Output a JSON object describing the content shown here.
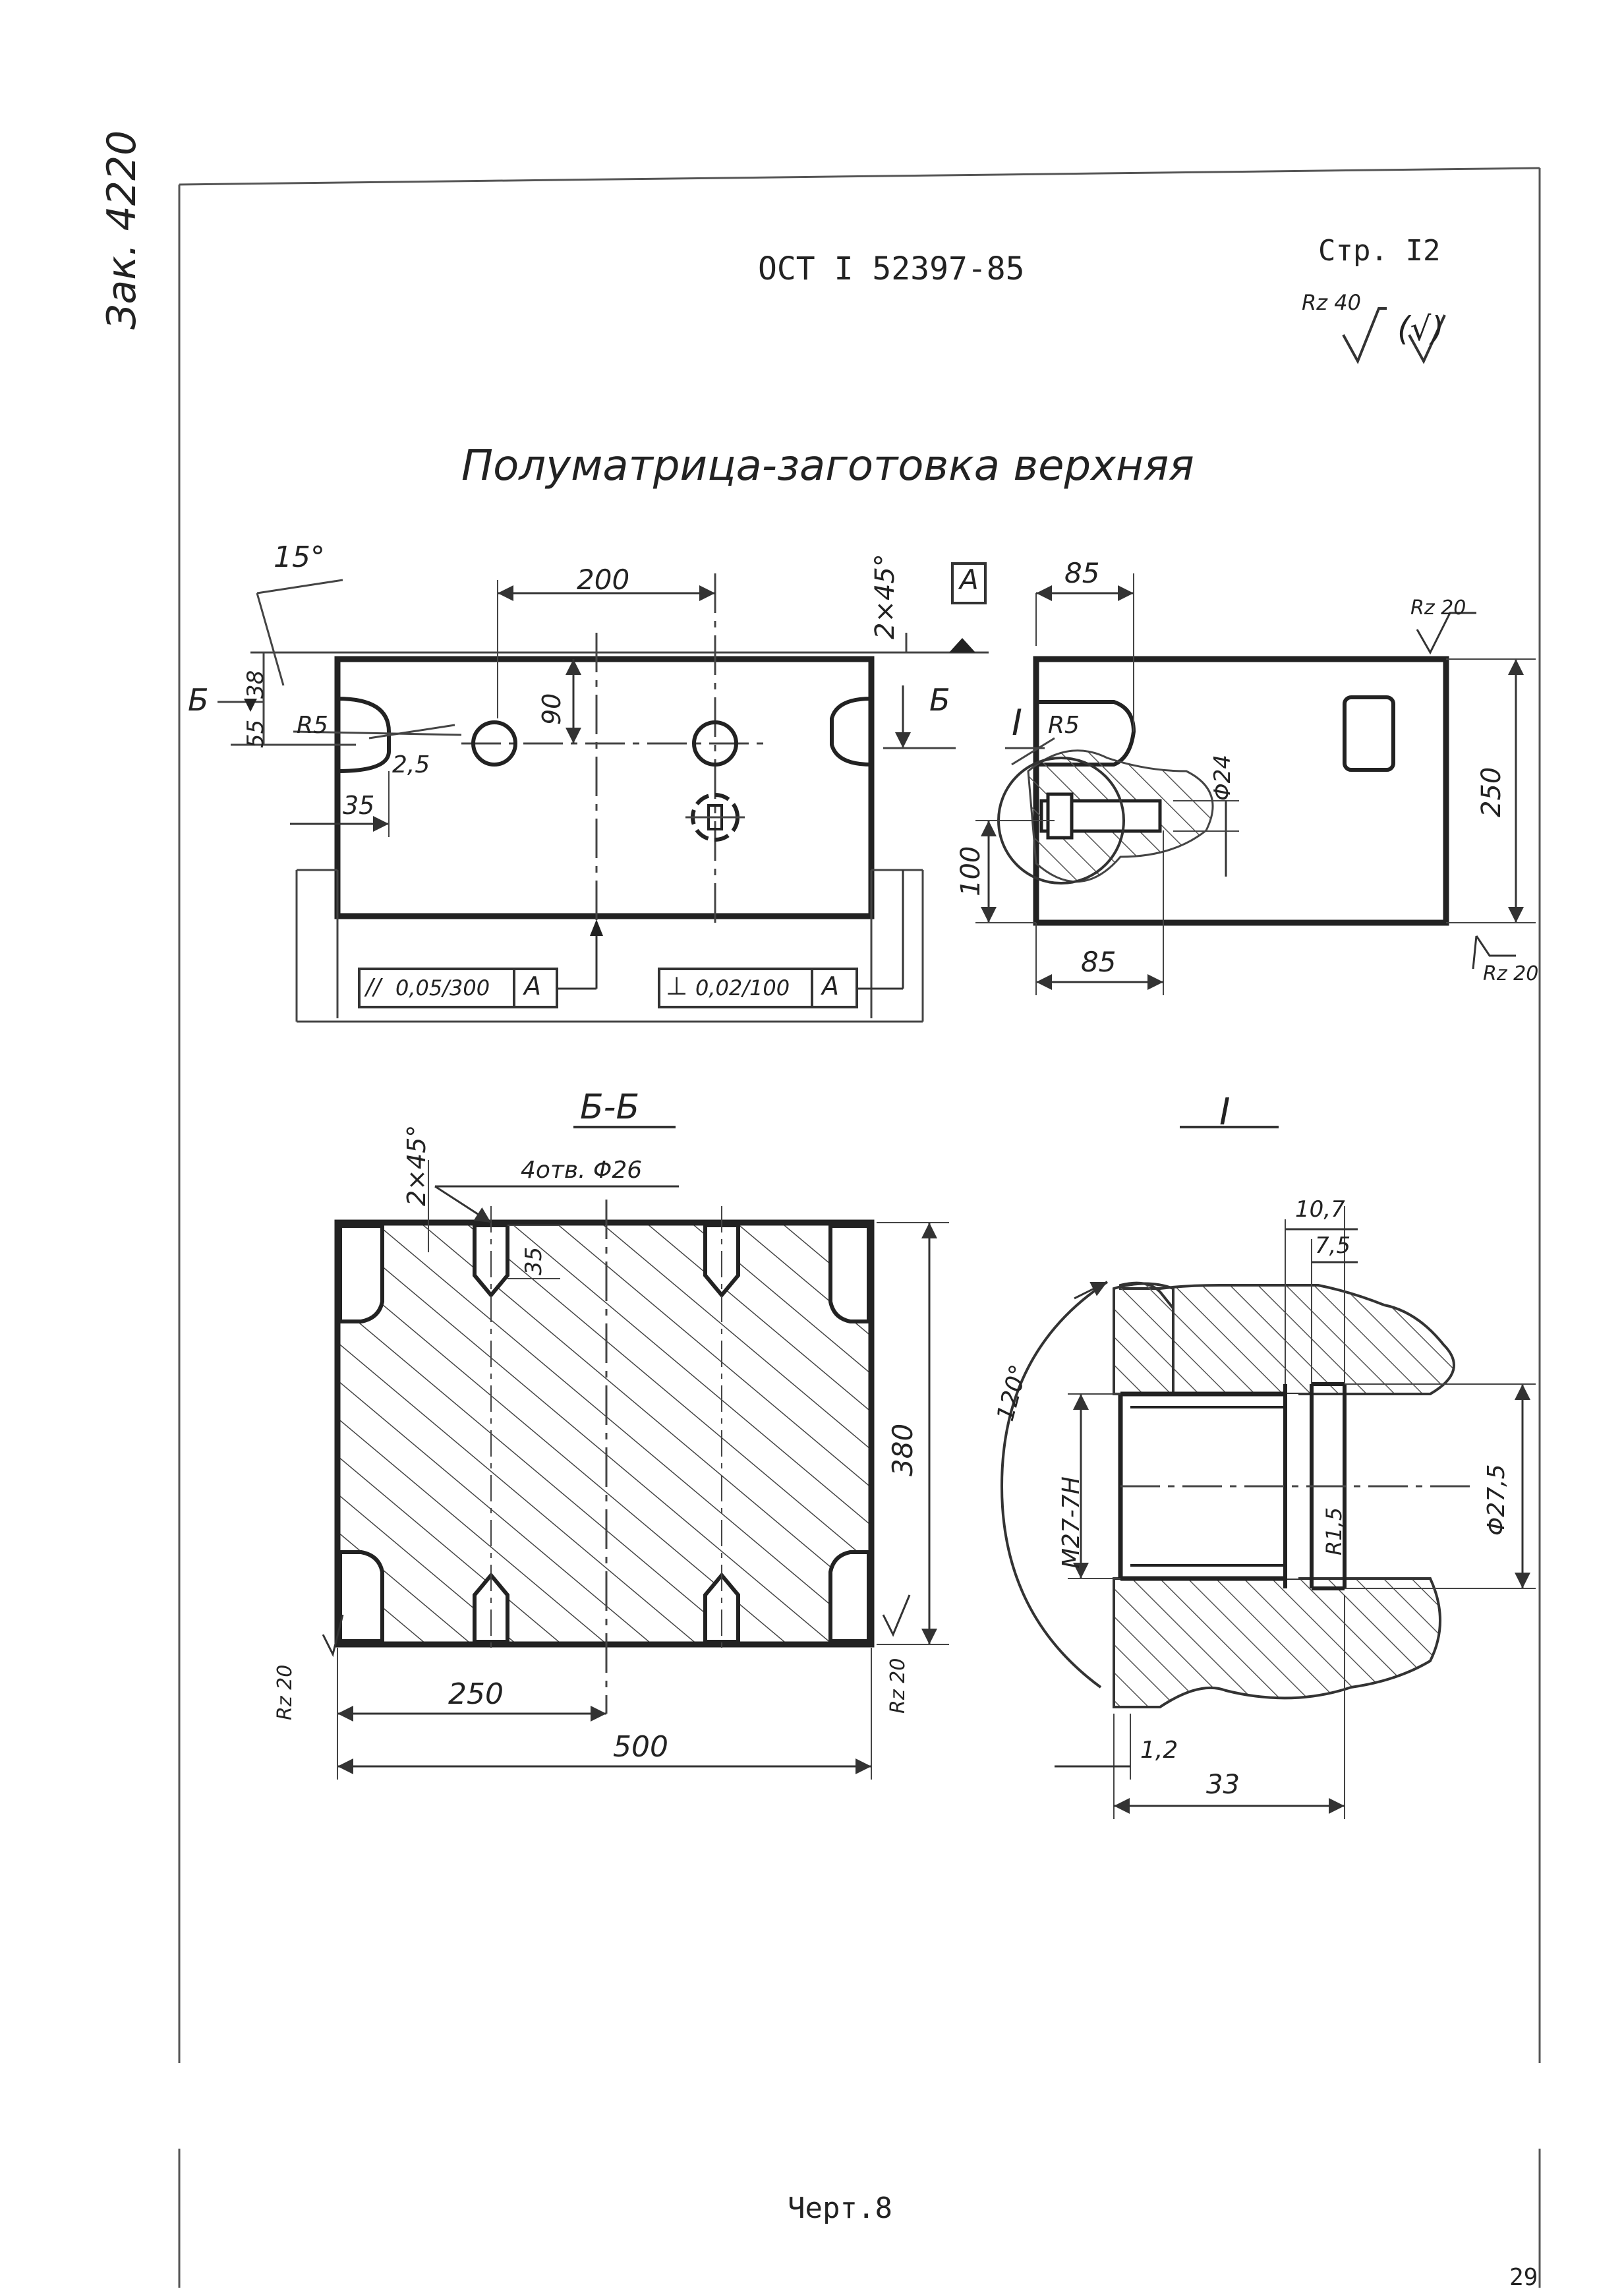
{
  "header": {
    "standard": "ОСТ I 52397-85",
    "page": "Стр. I2",
    "margin_note": "Зак. 4220",
    "roughness_general": "Rz 40",
    "roughness_other": "(√)"
  },
  "title": "Полуматрица-заготовка верхняя",
  "front_view": {
    "angle": "15°",
    "dim_top": "200",
    "chamfer": "2×45°",
    "datum": "A",
    "section_mark": "Б",
    "dim_38": "38",
    "dim_55": "55",
    "radius": "R5",
    "dim_2_5": "2,5",
    "dim_90": "90",
    "dim_35": "35",
    "tol_parallel_symbol": "//",
    "tol_parallel_value": "0,05/300",
    "tol_parallel_datum": "A",
    "tol_perp_symbol": "⊥",
    "tol_perp_value": "0,02/100",
    "tol_perp_datum": "A"
  },
  "side_view": {
    "dim_top": "85",
    "roughness": "Rz 20",
    "detail_mark": "I",
    "radius": "R5",
    "diameter": "Φ24",
    "dim_250": "250",
    "dim_100": "100",
    "dim_bottom": "85",
    "roughness_bottom": "Rz 20"
  },
  "section_view": {
    "title": "Б-Б",
    "holes": "4отв. Φ26",
    "chamfer": "2×45°",
    "depth": "35",
    "height": "380",
    "half_width": "250",
    "width": "500",
    "roughness_left": "Rz 20",
    "roughness_right": "Rz 20"
  },
  "detail_view": {
    "title": "I",
    "dim_10_7": "10,7",
    "dim_7_5": "7,5",
    "angle": "120°",
    "thread": "M27-7H",
    "radius": "R1,5",
    "diameter": "Φ27,5",
    "dim_1_2": "1,2",
    "dim_33": "33"
  },
  "footer": {
    "drawing_label": "Черт.8",
    "page_number": "29"
  }
}
